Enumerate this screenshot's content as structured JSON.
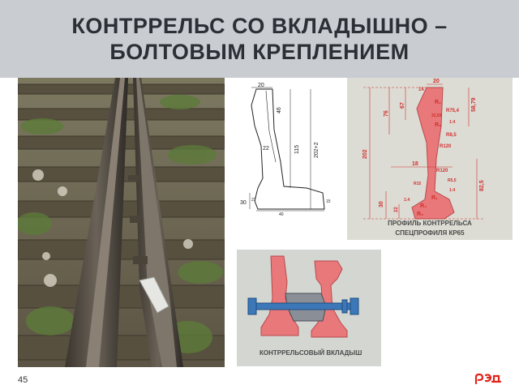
{
  "slide": {
    "title_line1": "КОНТРРЕЛЬС  СО ВКЛАДЫШНО –",
    "title_line2": "БОЛТОВЫМ  КРЕПЛЕНИЕМ",
    "page_number": "45"
  },
  "profile": {
    "caption_line1": "ПРОФИЛЬ КОНТРРЕЛЬСА",
    "caption_line2": "СПЕЦПРОФИЛЯ КР65",
    "dims": {
      "d20": "20",
      "d14": "14",
      "d67": "67",
      "d76": "76",
      "d5879": "58,79",
      "d202": "202",
      "d18": "18",
      "d825": "82,5",
      "d30": "30",
      "d22": "22",
      "r2": "R₂",
      "r754": "R75,4",
      "d3269": "32,69",
      "r3": "R₃",
      "r4": "R₄",
      "r120a": "R120",
      "r120b": "R120",
      "r85": "R8,5",
      "r55": "R5,5",
      "r15": "R15",
      "s14a": "1:4",
      "s14b": "1:4",
      "s14c": "1:4",
      "r1": "R₁",
      "r5": "R₅"
    }
  },
  "drawing": {
    "dims": {
      "d20": "20",
      "d46": "46",
      "d22": "22",
      "d115": "115",
      "d202": "202+2",
      "d30": "30",
      "d21": "21",
      "d15": "15",
      "d40": "40"
    }
  },
  "insert": {
    "caption": "КОНТРРЕЛЬСОВЫЙ ВКЛАДЫШ"
  },
  "logo": {
    "text": "рэд"
  },
  "colors": {
    "header_bg": "#c9cdd2",
    "title_text": "#2b2f36",
    "rail_red": "#e8787a",
    "dim_red": "#d22f2f",
    "brand_red": "#e2231a"
  }
}
